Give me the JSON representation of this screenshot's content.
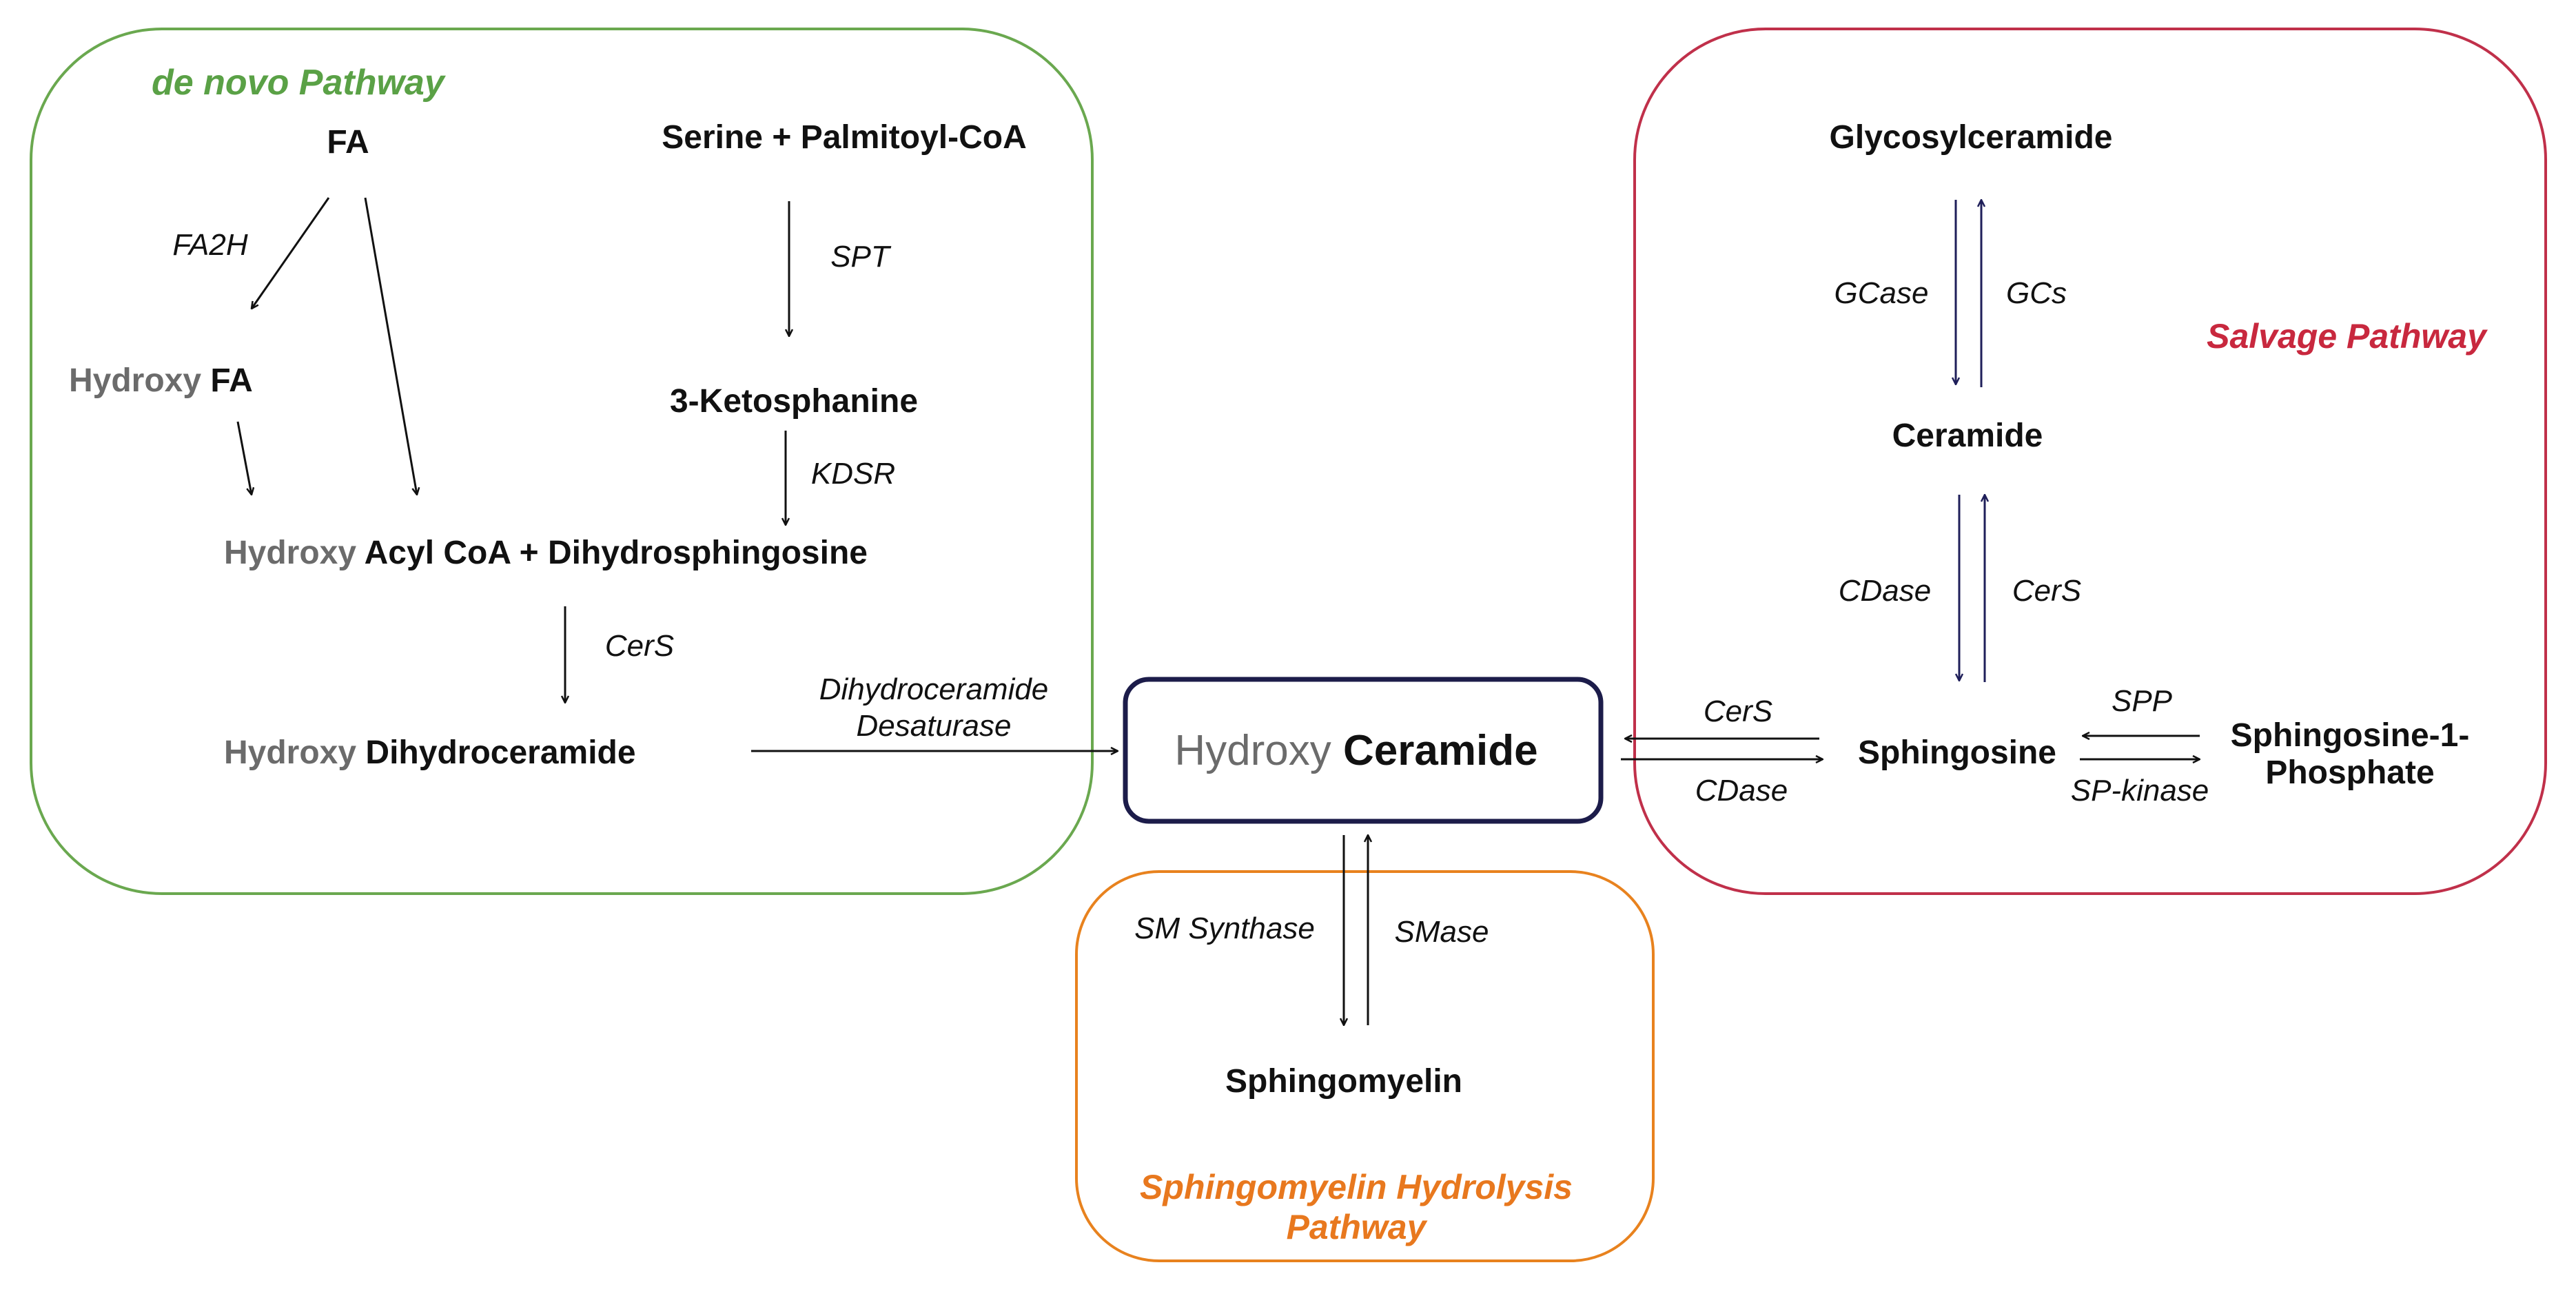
{
  "colors": {
    "de_novo_border": "#6aa84f",
    "salvage_border": "#c0304a",
    "hydrolysis_border": "#e8821e",
    "center_border": "#1c1c4a",
    "hydroxy_gray": "#6b6b6b",
    "salvage_arrows": "#1f1f5a"
  },
  "pathways": {
    "de_novo": "de novo Pathway",
    "salvage": "Salvage Pathway",
    "hydrolysis_line1": "Sphingomyelin Hydrolysis",
    "hydrolysis_line2": "Pathway"
  },
  "prefix": {
    "hydroxy": "Hydroxy"
  },
  "nodes": {
    "fa": "FA",
    "serine": "Serine + Palmitoyl-CoA",
    "hydroxy_fa_suffix": "FA",
    "ketosphanine": "3-Ketosphanine",
    "acyl_suffix": "Acyl CoA + Dihydrosphingosine",
    "dihydro_suffix": "Dihydroceramide",
    "ceramide_center": "Ceramide",
    "glycosylceramide": "Glycosylceramide",
    "ceramide": "Ceramide",
    "sphingosine": "Sphingosine",
    "s1p_line1": "Sphingosine-1-",
    "s1p_line2": "Phosphate",
    "sphingomyelin": "Sphingomyelin"
  },
  "enzymes": {
    "fa2h": "FA2H",
    "spt": "SPT",
    "kdsr": "KDSR",
    "cers_denovo": "CerS",
    "desaturase_line1": "Dihydroceramide",
    "desaturase_line2": "Desaturase",
    "gcase": "GCase",
    "gcs": "GCs",
    "cdase_salvage": "CDase",
    "cers_salvage": "CerS",
    "cers_center": "CerS",
    "cdase_center": "CDase",
    "spp": "SPP",
    "sp_kinase": "SP-kinase",
    "sm_synthase": "SM Synthase",
    "smase": "SMase"
  }
}
